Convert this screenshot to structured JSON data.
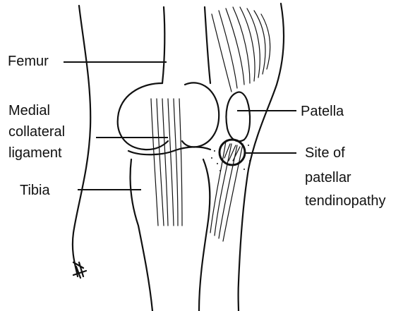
{
  "labels": {
    "femur": "Femur",
    "mcl_line1": "Medial",
    "mcl_line2": "collateral",
    "mcl_line3": "ligament",
    "tibia": "Tibia",
    "patella": "Patella",
    "site_line1": "Site of",
    "site_line2": "patellar",
    "site_line3": "tendinopathy"
  },
  "colors": {
    "ink": "#111111",
    "background": "#ffffff"
  }
}
